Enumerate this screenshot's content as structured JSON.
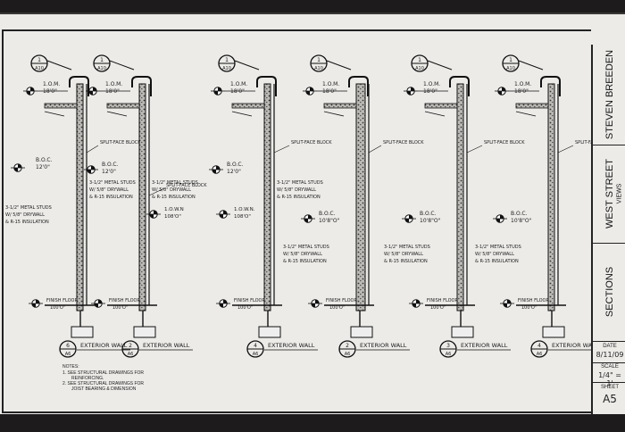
{
  "sheet": {
    "sections": [
      {
        "num": "1",
        "ref": "A10",
        "top_elev": "1.O.M.",
        "top_val": "18'0\"",
        "mid_elev": "",
        "mid_val": "",
        "floor_label": "FINISH FLOOR",
        "floor_val": "100'O\"",
        "caption_num": "6",
        "caption_ref": "A6",
        "caption": "EXTERIOR WALL"
      },
      {
        "num": "1",
        "ref": "A10",
        "top_elev": "1.O.M.",
        "top_val": "18'0\"",
        "mid_elev": "B.O.C.",
        "mid_val": "12'0\"",
        "floor_label": "FINISH FLOOR",
        "floor_val": "100'O\"",
        "caption_num": "2",
        "caption_ref": "A6",
        "caption": "EXTERIOR WALL"
      },
      {
        "num": "1",
        "ref": "A10",
        "top_elev": "1.O.M.",
        "top_val": "18'0\"",
        "mid_elev": "B.O.C.",
        "mid_val": "12'0\"",
        "floor_label": "FINISH FLOOR",
        "floor_val": "100'O\"",
        "caption_num": "4",
        "caption_ref": "A6",
        "caption": "EXTERIOR WALL"
      },
      {
        "num": "1",
        "ref": "A10",
        "top_elev": "1.O.M.",
        "top_val": "18'0\"",
        "mid_elev": "B.O.C.",
        "mid_val": "10'8\"O\"",
        "floor_label": "FINISH FLOOR",
        "floor_val": "100'O\"",
        "caption_num": "2",
        "caption_ref": "A6",
        "caption": "EXTERIOR WALL"
      },
      {
        "num": "1",
        "ref": "A10",
        "top_elev": "1.O.M.",
        "top_val": "18'0\"",
        "mid_elev": "B.O.C.",
        "mid_val": "10'8\"O\"",
        "floor_label": "FINISH FLOOR",
        "floor_val": "100'O\"",
        "caption_num": "3",
        "caption_ref": "A6",
        "caption": "EXTERIOR WALL"
      },
      {
        "num": "1",
        "ref": "A10",
        "top_elev": "1.O.M.",
        "top_val": "18'0\"",
        "mid_elev": "B.O.C.",
        "mid_val": "10'8\"O\"",
        "floor_label": "FINISH FLOOR",
        "floor_val": "100'O\"",
        "caption_num": "4",
        "caption_ref": "A6",
        "caption": "EXTERIOR WALL"
      }
    ],
    "left_mid_elev": "B.O.C.",
    "left_mid_val": "12'0\"",
    "bow_label": "1.O.W.N",
    "bow_val": "108'O\"",
    "bow2_label": "1.O.W.N.",
    "bow2_val": "108'O\"",
    "notes_splitface": "SPLIT-FACE BLOCK",
    "stud_note": [
      "3-1/2\" METAL STUDS",
      "W/ 5/8\" DRYWALL",
      "& R-15 INSULATION"
    ],
    "notes_title": "NOTES:",
    "notes": [
      "1. SEE STRUCTURAL DRAWINGS FOR",
      "REINFORCING.",
      "2. SEE STRUCTURAL DRAWINGS FOR",
      "JOIST BEARING & DIMENSION"
    ],
    "title_block": {
      "project": "STEVEN BREEDEN",
      "street": "WEST STREET",
      "street_sub": "VIEWS",
      "sheet_title": "SECTIONS",
      "date_label": "DATE",
      "date_val": "8/11/09",
      "scale_label": "SCALE",
      "scale_val": "1/4\" = 1'",
      "sheet_label": "SHEET",
      "sheet_val": "A5"
    }
  }
}
